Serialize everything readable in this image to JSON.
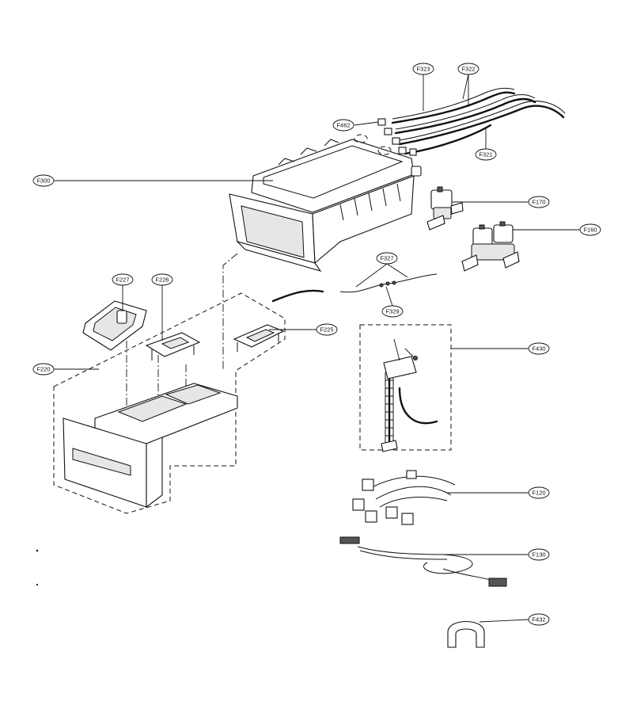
{
  "callouts": [
    {
      "id": "f323",
      "label": "F323"
    },
    {
      "id": "f322",
      "label": "F322"
    },
    {
      "id": "f462",
      "label": "F462"
    },
    {
      "id": "f321",
      "label": "F321"
    },
    {
      "id": "f300",
      "label": "F300"
    },
    {
      "id": "f170",
      "label": "F170"
    },
    {
      "id": "f160",
      "label": "F160"
    },
    {
      "id": "f327",
      "label": "F327"
    },
    {
      "id": "f329",
      "label": "F329"
    },
    {
      "id": "f227",
      "label": "F227"
    },
    {
      "id": "f226",
      "label": "F226"
    },
    {
      "id": "f225",
      "label": "F225"
    },
    {
      "id": "f220",
      "label": "F220"
    },
    {
      "id": "f430",
      "label": "F430"
    },
    {
      "id": "f120",
      "label": "F120"
    },
    {
      "id": "f130",
      "label": "F130"
    },
    {
      "id": "f432",
      "label": "F432"
    }
  ]
}
